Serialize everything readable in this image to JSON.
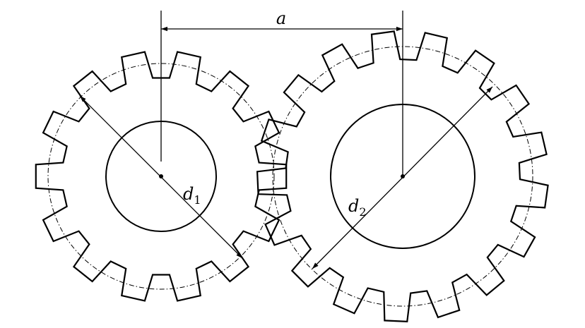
{
  "labels": {
    "center_distance": "a",
    "diameter_1": {
      "symbol": "d",
      "subscript": "1"
    },
    "diameter_2": {
      "symbol": "d",
      "subscript": "2"
    }
  },
  "gear_1": {
    "teeth": 14
  },
  "gear_2": {
    "teeth": 17
  },
  "colors": {
    "line": "#000000",
    "background": "#ffffff"
  }
}
